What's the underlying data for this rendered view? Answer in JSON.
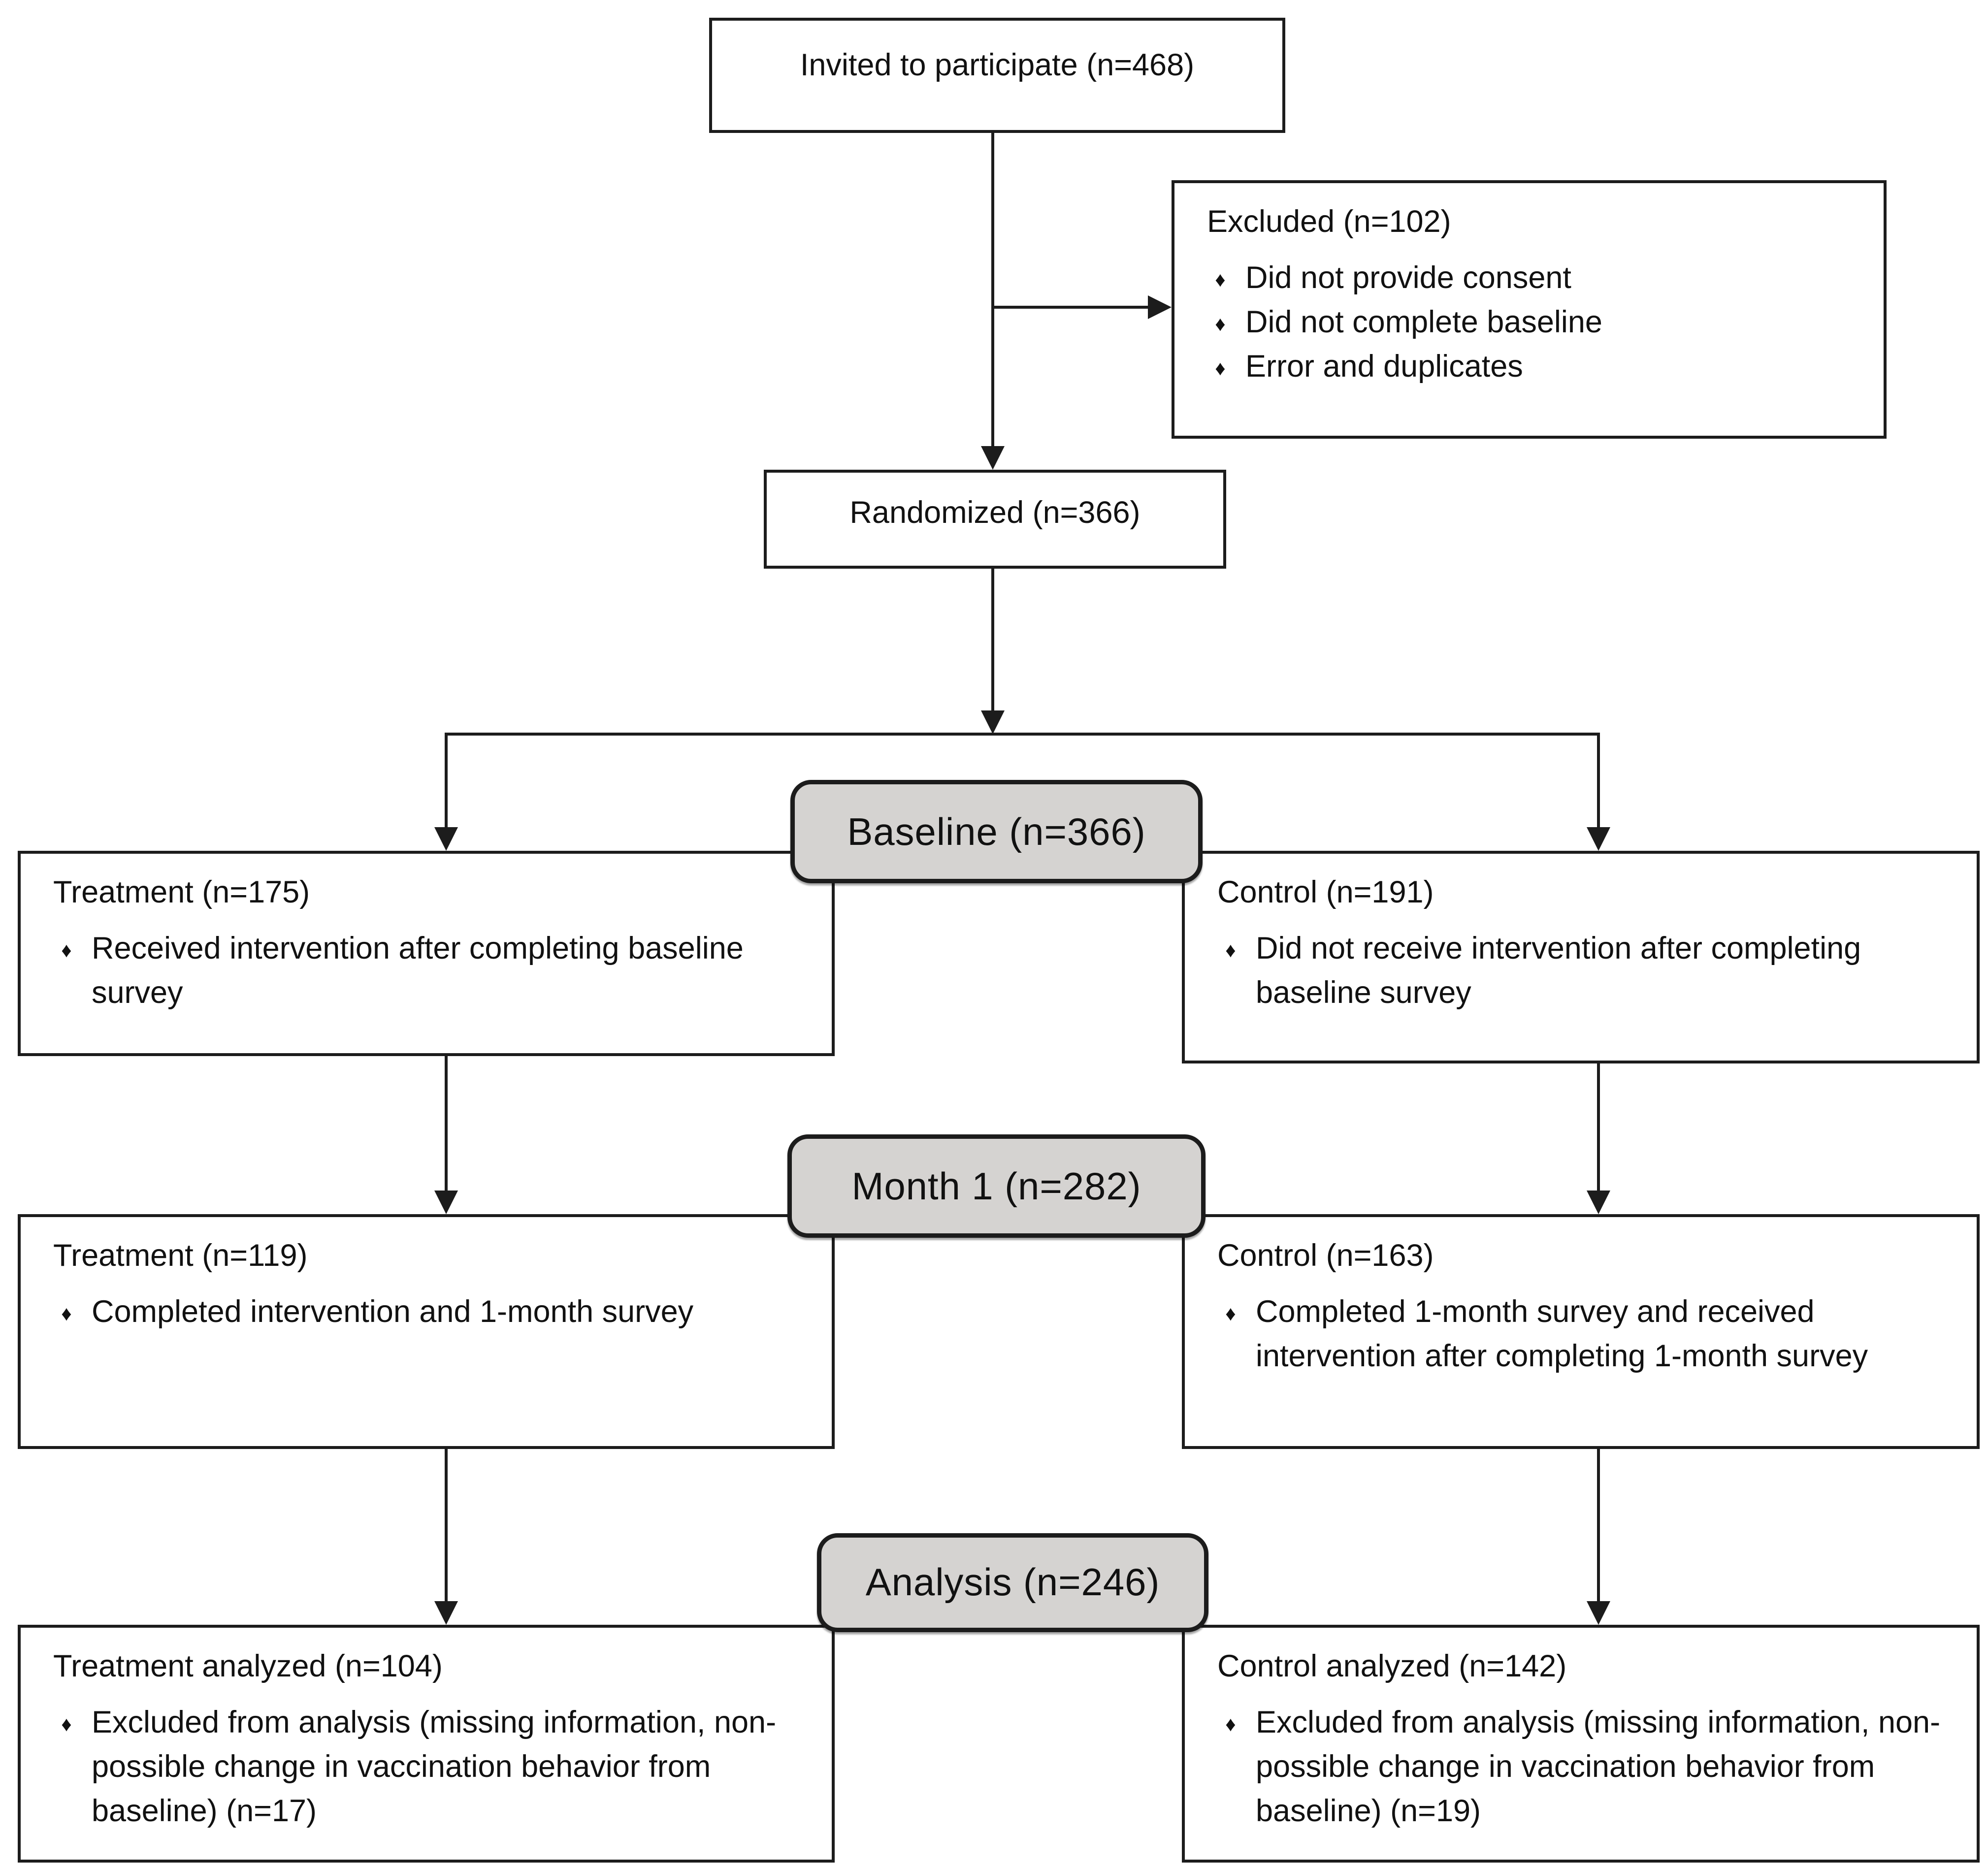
{
  "diagram": {
    "bullet_char": "♦",
    "colors": {
      "box_border": "#1c1c1c",
      "stage_fill": "#d5d3d1",
      "background": "#ffffff",
      "text": "#111111"
    },
    "boxes": {
      "invited": {
        "text": "Invited to participate (n=468)"
      },
      "excluded": {
        "title": "Excluded (n=102)",
        "bullets": [
          "Did not provide consent",
          "Did not complete baseline",
          "Error and duplicates"
        ]
      },
      "randomized": {
        "text": "Randomized (n=366)"
      },
      "baseline_label": {
        "text": "Baseline (n=366)"
      },
      "baseline_treatment": {
        "title": "Treatment (n=175)",
        "bullets": [
          "Received intervention after completing baseline survey"
        ]
      },
      "baseline_control": {
        "title": "Control (n=191)",
        "bullets": [
          "Did not receive intervention after completing baseline survey"
        ]
      },
      "month1_label": {
        "text": "Month 1 (n=282)"
      },
      "month1_treatment": {
        "title": "Treatment (n=119)",
        "bullets": [
          "Completed intervention and 1-month survey"
        ]
      },
      "month1_control": {
        "title": "Control (n=163)",
        "bullets": [
          "Completed 1-month survey and received intervention after completing 1-month survey"
        ]
      },
      "analysis_label": {
        "text": "Analysis (n=246)"
      },
      "analysis_treatment": {
        "title": "Treatment analyzed (n=104)",
        "bullets": [
          "Excluded from analysis (missing information, non-possible change in vaccination behavior from baseline) (n=17)"
        ]
      },
      "analysis_control": {
        "title": "Control analyzed (n=142)",
        "bullets": [
          "Excluded from analysis (missing information, non-possible change in vaccination behavior from baseline) (n=19)"
        ]
      }
    }
  }
}
